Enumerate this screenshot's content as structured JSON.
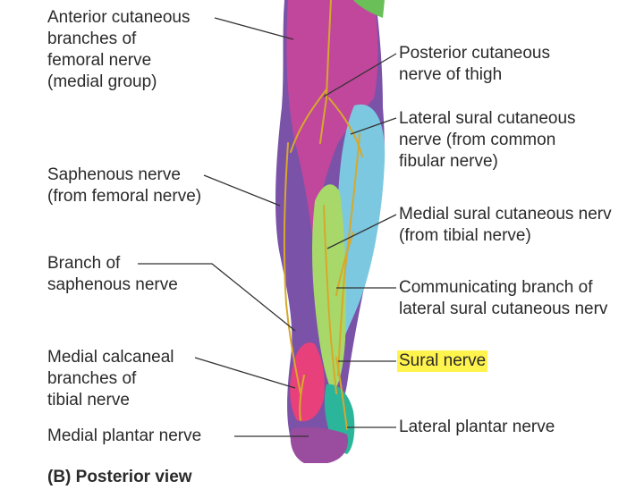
{
  "labels": {
    "anterior_cutaneous": [
      "Anterior cutaneous",
      "branches of",
      "femoral nerve",
      "(medial group)"
    ],
    "saphenous": [
      "Saphenous nerve",
      "(from femoral nerve)"
    ],
    "branch_saphenous": [
      "Branch of",
      "saphenous nerve"
    ],
    "medial_calcaneal": [
      "Medial calcaneal",
      "branches of",
      "tibial nerve"
    ],
    "medial_plantar": "Medial plantar nerve",
    "posterior_cutaneous": [
      "Posterior cutaneous",
      "nerve of thigh"
    ],
    "lateral_sural": [
      "Lateral sural cutaneous",
      "nerve (from common",
      "fibular nerve)"
    ],
    "medial_sural": [
      "Medial sural cutaneous nerv",
      "(from tibial nerve)"
    ],
    "communicating": [
      "Communicating branch of",
      "lateral sural cutaneous nerv"
    ],
    "sural": "Sural nerve",
    "lateral_plantar": "Lateral plantar nerve"
  },
  "caption": "(B) Posterior view",
  "colors": {
    "magenta_region": "#c0479b",
    "purple_region": "#7a52a8",
    "cyan_region": "#7cc8e0",
    "green_region": "#a8d86a",
    "pink_heel": "#e8407a",
    "teal_plantar": "#2bb59a",
    "nerve_yellow": "#d7a82c",
    "highlight": "#fff34d"
  }
}
